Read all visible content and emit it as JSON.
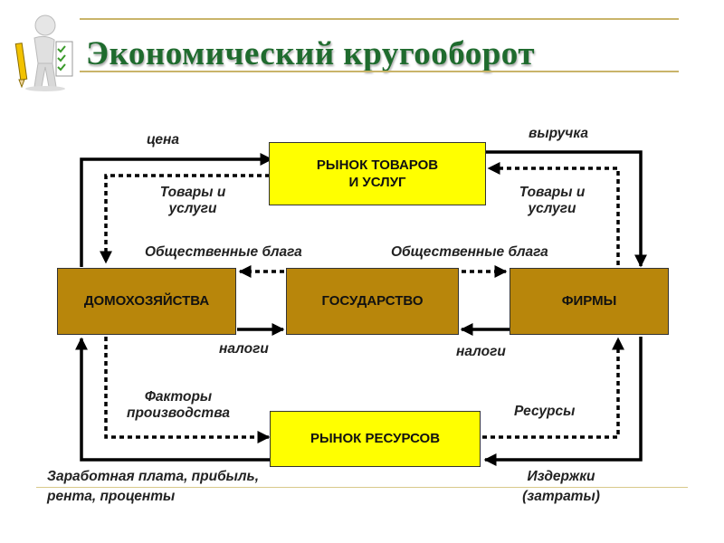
{
  "title": "Экономический кругооборот",
  "boxes": {
    "market_goods": [
      "РЫНОК ТОВАРОВ",
      "И УСЛУГ"
    ],
    "households": "ДОМОХОЗЯЙСТВА",
    "government": "ГОСУДАРСТВО",
    "firms": "ФИРМЫ",
    "market_resources": "РЫНОК РЕСУРСОВ"
  },
  "labels": {
    "price": "цена",
    "revenue": "выручка",
    "goods_left": [
      "Товары и",
      "услуги"
    ],
    "goods_right": [
      "Товары и",
      "услуги"
    ],
    "public_goods_left": "Общественные блага",
    "public_goods_right": "Общественные блага",
    "taxes_left": "налоги",
    "taxes_right": "налоги",
    "factors": [
      "Факторы",
      "производства"
    ],
    "resources": "Ресурсы",
    "income": [
      "Заработная плата, прибыль,",
      "рента, проценты"
    ],
    "costs": [
      "Издержки",
      "(затраты)"
    ]
  },
  "colors": {
    "title": "#1f6b2e",
    "box_gold": "#b8860b",
    "box_yellow": "#ffff00",
    "rule": "#c9b46a",
    "arrow": "#000000"
  },
  "icons": {
    "logo": "person-with-checklist-icon"
  }
}
